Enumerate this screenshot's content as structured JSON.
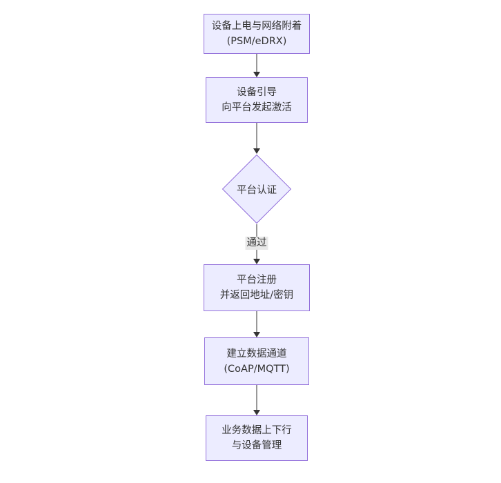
{
  "diagram": {
    "type": "flowchart",
    "direction": "top-down",
    "colors": {
      "background": "#ffffff",
      "node_fill": "#ECECFF",
      "node_border": "#9370DB",
      "text": "#333333",
      "arrow": "#333333",
      "edge_label_bg": "#e8e8e8"
    },
    "nodes": [
      {
        "id": "power-attach",
        "shape": "rect",
        "line1": "设备上电与网络附着",
        "line2": "(PSM/eDRX)"
      },
      {
        "id": "bootstrap",
        "shape": "rect",
        "line1": "设备引导",
        "line2": "向平台发起激活"
      },
      {
        "id": "platform-auth",
        "shape": "diamond",
        "line1": "平台认证",
        "line2": ""
      },
      {
        "id": "register",
        "shape": "rect",
        "line1": "平台注册",
        "line2": "并返回地址/密钥"
      },
      {
        "id": "data-channel",
        "shape": "rect",
        "line1": "建立数据通道",
        "line2": "(CoAP/MQTT)"
      },
      {
        "id": "business-data",
        "shape": "rect",
        "line1": "业务数据上下行",
        "line2": "与设备管理"
      }
    ],
    "edges": [
      {
        "from": "power-attach",
        "to": "bootstrap",
        "label": ""
      },
      {
        "from": "bootstrap",
        "to": "platform-auth",
        "label": ""
      },
      {
        "from": "platform-auth",
        "to": "register",
        "label": "通过"
      },
      {
        "from": "register",
        "to": "data-channel",
        "label": ""
      },
      {
        "from": "data-channel",
        "to": "business-data",
        "label": ""
      }
    ]
  }
}
